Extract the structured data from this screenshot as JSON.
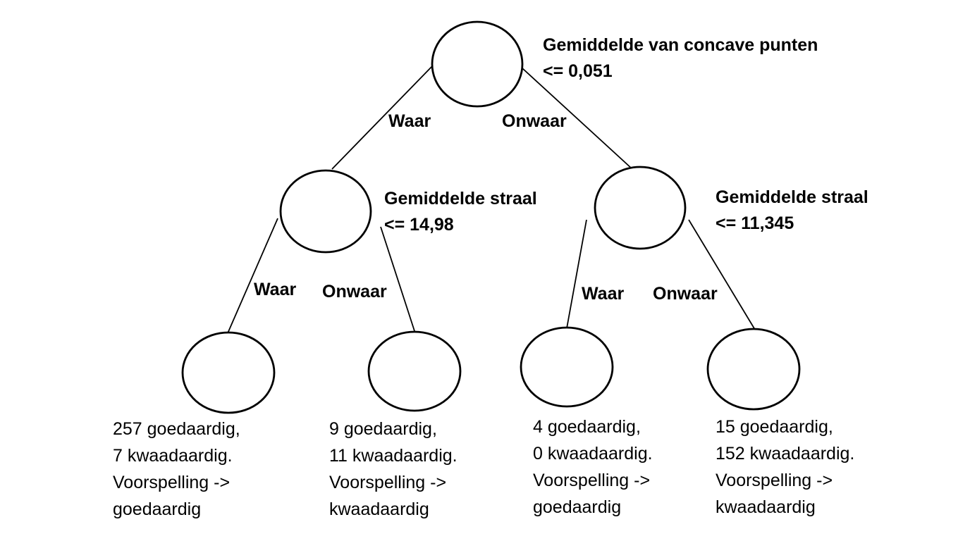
{
  "root": {
    "feature": "Gemiddelde van concave punten",
    "threshold": "<= 0,051"
  },
  "left_node": {
    "feature": "Gemiddelde straal",
    "threshold": "<= 14,98"
  },
  "right_node": {
    "feature": "Gemiddelde straal",
    "threshold": "<= 11,345"
  },
  "edges": {
    "root_true": "Waar",
    "root_false": "Onwaar",
    "left_true": "Waar",
    "left_false": "Onwaar",
    "right_true": "Waar",
    "right_false": "Onwaar"
  },
  "leaves": [
    {
      "line1": "257 goedaardig,",
      "line2": "7 kwaadaardig.",
      "line3": "Voorspelling ->",
      "line4": "goedaardig"
    },
    {
      "line1": "9 goedaardig,",
      "line2": "11 kwaadaardig.",
      "line3": "Voorspelling ->",
      "line4": "kwaadaardig"
    },
    {
      "line1": "4 goedaardig,",
      "line2": "0 kwaadaardig.",
      "line3": "Voorspelling ->",
      "line4": "goedaardig"
    },
    {
      "line1": "15 goedaardig,",
      "line2": "152 kwaadaardig.",
      "line3": "Voorspelling ->",
      "line4": "kwaadaardig"
    }
  ]
}
